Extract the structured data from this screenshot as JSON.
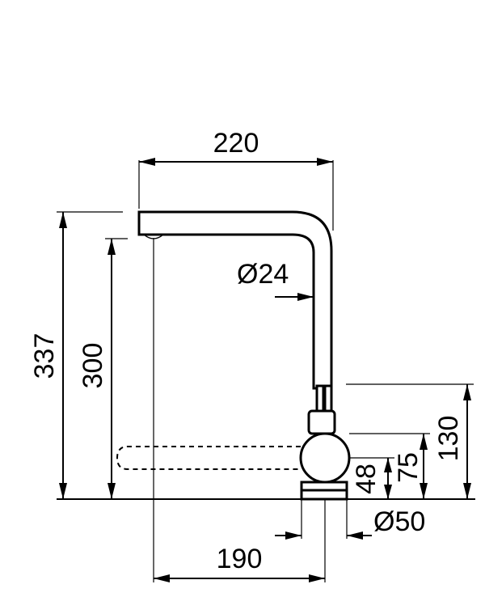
{
  "dimensions": {
    "spout_reach": "220",
    "total_height": "337",
    "spout_height": "300",
    "tube_diameter": "Ø24",
    "lever_height": "130",
    "body_height": "75",
    "base_height": "48",
    "base_diameter": "Ø50",
    "outlet_offset": "190"
  }
}
